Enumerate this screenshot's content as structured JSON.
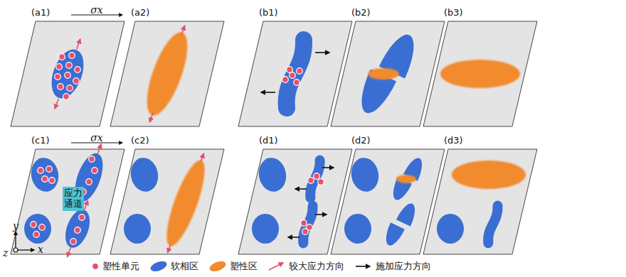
{
  "diagram": {
    "nodes": [
      {
        "text": [
          "应力通道"
        ]
      }
    ],
    "labels": [
      "(a1)",
      "σx",
      "(a2)",
      "(b1)",
      "(b2)",
      "(b3)",
      "(c1)",
      "σx",
      "(c2)",
      "(d1)",
      "(d2)",
      "(d3)",
      "y",
      "z",
      "x"
    ],
    "legend": [
      {
        "text": "塑性单元",
        "color": "#e8506a"
      },
      {
        "text": "软相区",
        "color": "#3a6ed3"
      },
      {
        "text": "塑性区",
        "color": "#f28a2e"
      },
      {
        "text": "较大应力方向"
      },
      {
        "text": "施加应力方向"
      }
    ]
  }
}
